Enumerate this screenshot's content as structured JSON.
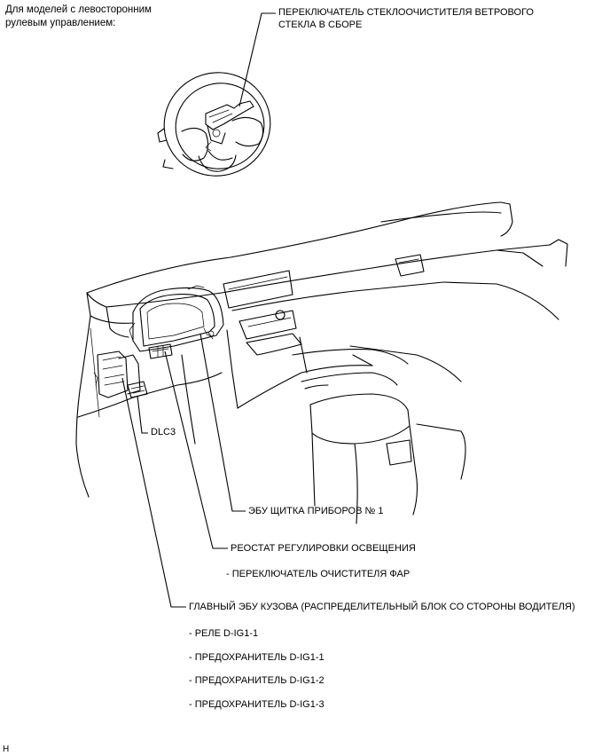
{
  "header": {
    "note": "Для моделей с левосторонним рулевым управлением:"
  },
  "labels": {
    "wiper_switch": "ПЕРЕКЛЮЧАТЕЛЬ СТЕКЛООЧИСТИТЕЛЯ ВЕТРОВОГО СТЕКЛА В СБОРЕ",
    "dlc3": "DLC3",
    "meter_ecu": "ЭБУ ЩИТКА ПРИБОРОВ № 1",
    "rheostat": "РЕОСТАТ РЕГУЛИРОВКИ ОСВЕЩЕНИЯ",
    "headlamp_cleaner": "- ПЕРЕКЛЮЧАТЕЛЬ ОЧИСТИТЕЛЯ ФАР",
    "main_body_ecu": "ГЛАВНЫЙ ЭБУ КУЗОВА (РАСПРЕДЕЛИТЕЛЬНЫЙ БЛОК СО СТОРОНЫ ВОДИТЕЛЯ)",
    "sub_items": [
      "- РЕЛЕ D-IG1-1",
      "- ПРЕДОХРАНИТЕЛЬ D-IG1-1",
      "- ПРЕДОХРАНИТЕЛЬ D-IG1-2",
      "- ПРЕДОХРАНИТЕЛЬ D-IG1-3"
    ]
  },
  "footer": {
    "code": "H"
  }
}
